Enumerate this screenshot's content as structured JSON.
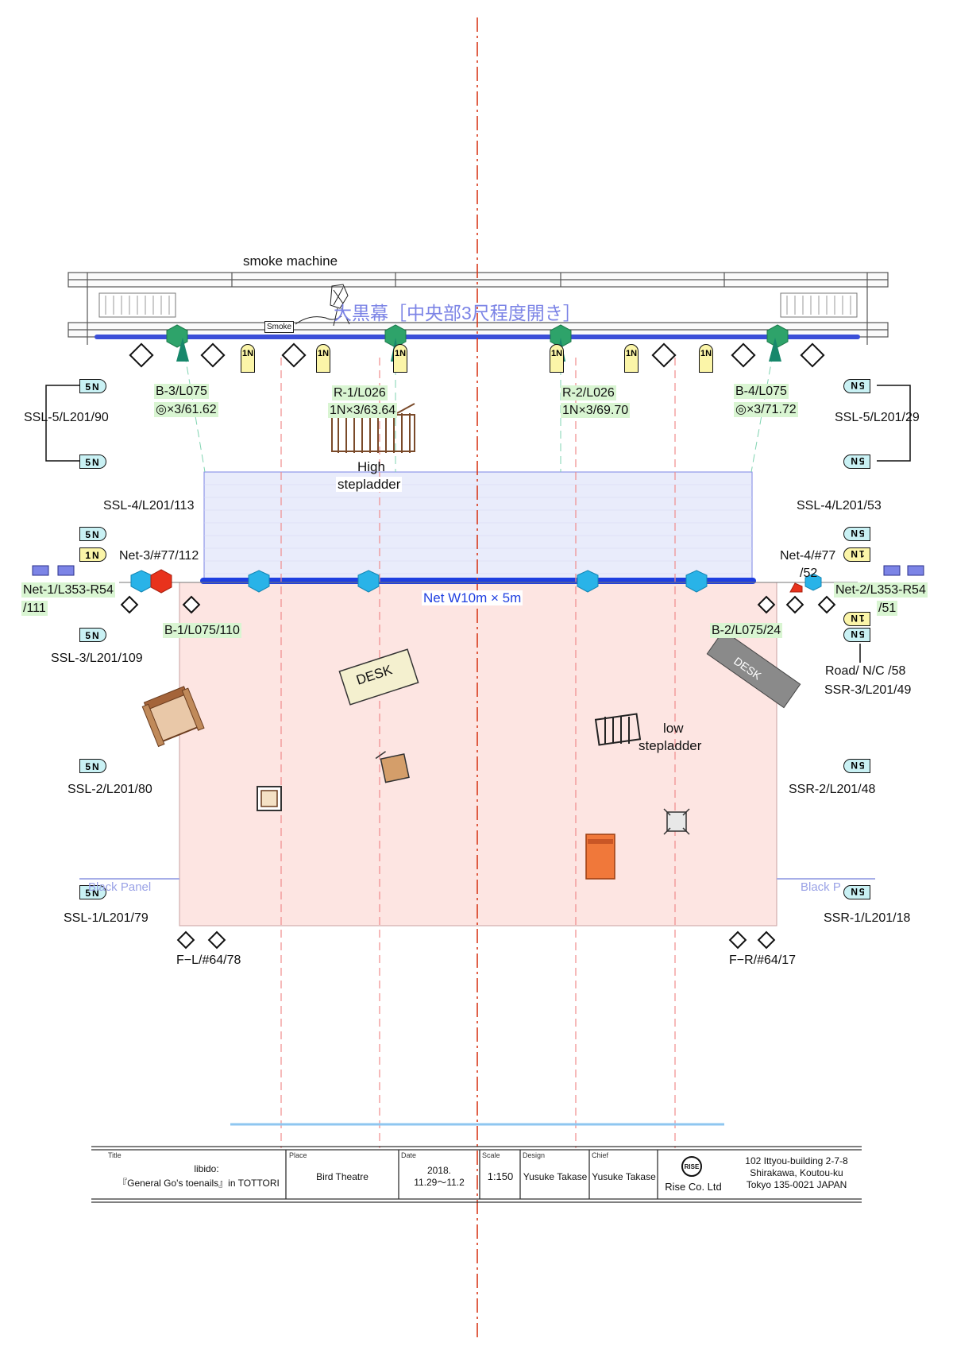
{
  "labels": {
    "smoke_machine": "smoke machine",
    "smoke_box": "Smoke",
    "curtain": "大黒幕［中央部3尺程度開き］",
    "b3": "B-3/L075",
    "b3v": "◎×3/61.62",
    "r1": "R-1/L026",
    "r1v": "1N×3/63.64",
    "r2": "R-2/L026",
    "r2v": "1N×3/69.70",
    "b4": "B-4/L075",
    "b4v": "◎×3/71.72",
    "ssl5": "SSL-5/L201/90",
    "ssr5": "SSL-5/L201/29",
    "high_step_1": "High",
    "high_step_2": "stepladder",
    "ssl4": "SSL-4/L201/113",
    "ssr4": "SSL-4/L201/53",
    "net3": "Net-3/#77/112",
    "net4a": "Net-4/#77",
    "net4b": "/52",
    "net1a": "Net-1/L353-R54",
    "net1b": "/111",
    "net2a": "Net-2/L353-R54",
    "net2b": "/51",
    "net_size": "Net W10m × 5m",
    "b1": "B-1/L075/110",
    "b2": "B-2/L075/24",
    "ssl3": "SSL-3/L201/109",
    "road": "Road/ N/C /58",
    "ssr3": "SSR-3/L201/49",
    "desk": "DESK",
    "low_step_1": "low",
    "low_step_2": "stepladder",
    "ssl2": "SSL-2/L201/80",
    "ssr2": "SSR-2/L201/48",
    "black_panel_l": "Black Panel",
    "black_panel_r": "Black P",
    "ssl1": "SSL-1/L201/79",
    "ssr1": "SSR-1/L201/18",
    "fl": "F−L/#64/78",
    "fr": "F−R/#64/17"
  },
  "instrument_tags": {
    "five_n": "5N",
    "one_n": "1N"
  },
  "title_block": {
    "title_label": "Title",
    "title_line1": "libido:",
    "title_line2": "『General Go's toenails』in TOTTORI",
    "place_label": "Place",
    "place": "Bird Theatre",
    "date_label": "Date",
    "date_line1": "2018.",
    "date_line2": "11.29〜11.2",
    "scale_label": "Scale",
    "scale": "1:150",
    "design_label": "Design",
    "design": "Yusuke Takase",
    "chief_label": "Chief",
    "chief": "Yusuke Takase",
    "logo": "RISE",
    "company": "Rise Co. Ltd",
    "addr1": "102 Ittyou-building 2-7-8",
    "addr2": "Shirakawa, Koutou-ku",
    "addr3": "Tokyo 135-0021  JAPAN"
  },
  "colors": {
    "stage_fill": "#fde5e2",
    "net_fill": "#e9ecfb",
    "pipe_blue": "#3b4fd8",
    "curtain_line": "#7c84e6",
    "center_line": "#d83a1c",
    "cyan_fixture": "#29b3e8",
    "red_fixture": "#e8321c",
    "green_fixture": "#2ea36a",
    "tag_cyan": "#c9f1f4",
    "tag_yellow": "#fbf5a8",
    "label_green": "#d9f5d2",
    "guide_red": "#f08b8b"
  }
}
